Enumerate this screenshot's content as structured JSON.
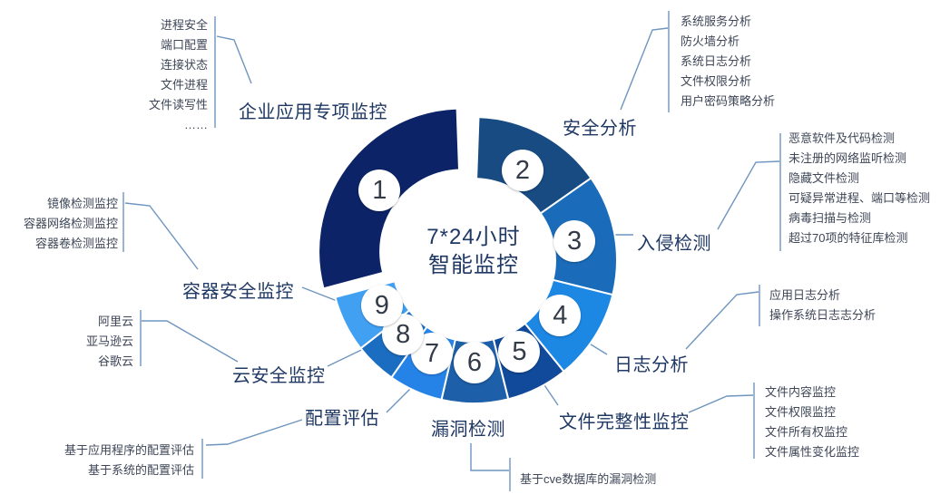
{
  "center": {
    "line1": "7*24小时",
    "line2": "智能监控"
  },
  "colors": {
    "label_text": "#1F3864",
    "detail_text": "#3E4657",
    "connector_line": "#6E95BF",
    "badge_number": "#333B49",
    "background": "#FFFFFF"
  },
  "chart_data": {
    "type": "pie",
    "donut": true,
    "title": "7*24小时智能监控",
    "legend_position": "around",
    "segments": [
      {
        "num": "1",
        "label": "企业应用专项监控",
        "color": "#0C2467",
        "start_deg": 255,
        "end_deg": 358,
        "share_pct": 28.6,
        "exploded": true
      },
      {
        "num": "2",
        "label": "安全分析",
        "color": "#174B82",
        "start_deg": 2,
        "end_deg": 55,
        "share_pct": 14.7,
        "exploded": false
      },
      {
        "num": "3",
        "label": "入侵检测",
        "color": "#1A6CBA",
        "start_deg": 55,
        "end_deg": 104,
        "share_pct": 13.6,
        "exploded": false
      },
      {
        "num": "4",
        "label": "日志分析",
        "color": "#1D87E4",
        "start_deg": 104,
        "end_deg": 141,
        "share_pct": 10.3,
        "exploded": false
      },
      {
        "num": "5",
        "label": "文件完整性监控",
        "color": "#114A9B",
        "start_deg": 141,
        "end_deg": 166,
        "share_pct": 6.9,
        "exploded": false
      },
      {
        "num": "6",
        "label": "漏洞检测",
        "color": "#1D5FA9",
        "start_deg": 166,
        "end_deg": 193,
        "share_pct": 7.5,
        "exploded": false
      },
      {
        "num": "7",
        "label": "配置评估",
        "color": "#2583E8",
        "start_deg": 193,
        "end_deg": 215,
        "share_pct": 6.1,
        "exploded": false
      },
      {
        "num": "8",
        "label": "云安全监控",
        "color": "#1B6DC1",
        "start_deg": 215,
        "end_deg": 232,
        "share_pct": 4.7,
        "exploded": false
      },
      {
        "num": "9",
        "label": "容器安全监控",
        "color": "#42A0F2",
        "start_deg": 232,
        "end_deg": 255,
        "share_pct": 6.4,
        "exploded": false
      }
    ]
  },
  "groups": [
    {
      "label": "企业应用专项监控",
      "items": [
        "进程安全",
        "端口配置",
        "连接状态",
        "文件进程",
        "文件读写性",
        "……"
      ]
    },
    {
      "label": "安全分析",
      "items": [
        "系统服务分析",
        "防火墙分析",
        "系统日志分析",
        "文件权限分析",
        "用户密码策略分析"
      ]
    },
    {
      "label": "入侵检测",
      "items": [
        "恶意软件及代码检测",
        "未注册的网络监听检测",
        "隐藏文件检测",
        "可疑异常进程、端口等检测",
        "病毒扫描与检测",
        "超过70项的特征库检测"
      ]
    },
    {
      "label": "日志分析",
      "items": [
        "应用日志分析",
        "操作系统日志志分析"
      ]
    },
    {
      "label": "文件完整性监控",
      "items": [
        "文件内容监控",
        "文件权限监控",
        "文件所有权监控",
        "文件属性变化监控"
      ]
    },
    {
      "label": "漏洞检测",
      "items": [
        "基于cve数据库的漏洞检测"
      ]
    },
    {
      "label": "配置评估",
      "items": [
        "基于应用程序的配置评估",
        "基于系统的配置评估"
      ]
    },
    {
      "label": "云安全监控",
      "items": [
        "阿里云",
        "亚马逊云",
        "谷歌云"
      ]
    },
    {
      "label": "容器安全监控",
      "items": [
        "镜像检测监控",
        "容器网络检测监控",
        "容器卷检测监控"
      ]
    }
  ]
}
